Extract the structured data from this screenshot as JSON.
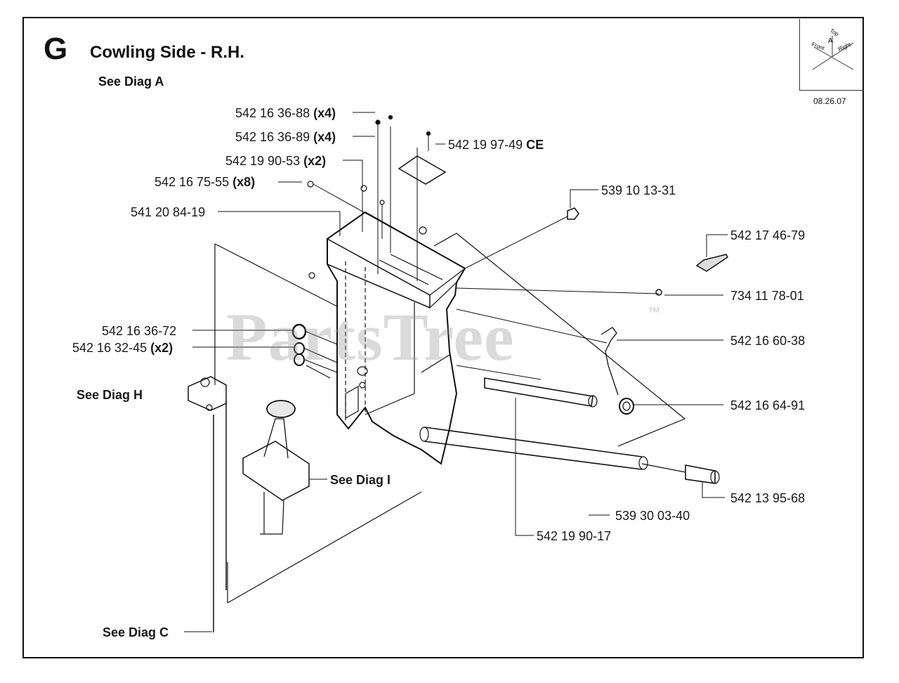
{
  "header": {
    "section_letter": "G",
    "title": "Cowling Side - R.H.",
    "ref_diag_a": "See Diag A",
    "date": "08.26.07"
  },
  "compass": {
    "top": "Top",
    "a": "A",
    "front": "Front",
    "right": "Right"
  },
  "watermark": {
    "text": "PartsTree",
    "tm": "™"
  },
  "labels": {
    "p1_num": "542 16 36-88",
    "p1_qty": "(x4)",
    "p2_num": "542 16 36-89",
    "p2_qty": "(x4)",
    "p3_num": "542 19 90-53",
    "p3_qty": "(x2)",
    "p4_num": "542 16 75-55",
    "p4_qty": "(x8)",
    "p5_num": "541 20 84-19",
    "p6_num": "542 19 97-49",
    "p6_qty": "CE",
    "p7_num": "539 10 13-31",
    "p8_num": "542 17 46-79",
    "p9_num": "734 11 78-01",
    "p10_num": "542 16 60-38",
    "p11_num": "542 16 64-91",
    "p12_num": "542 13 95-68",
    "p13_num": "539 30 03-40",
    "p14_num": "542 19 90-17",
    "p15_num": "542 16 36-72",
    "p16_num": "542 16 32-45",
    "p16_qty": "(x2)",
    "ref_h": "See Diag H",
    "ref_i": "See Diag I",
    "ref_c": "See Diag C"
  }
}
